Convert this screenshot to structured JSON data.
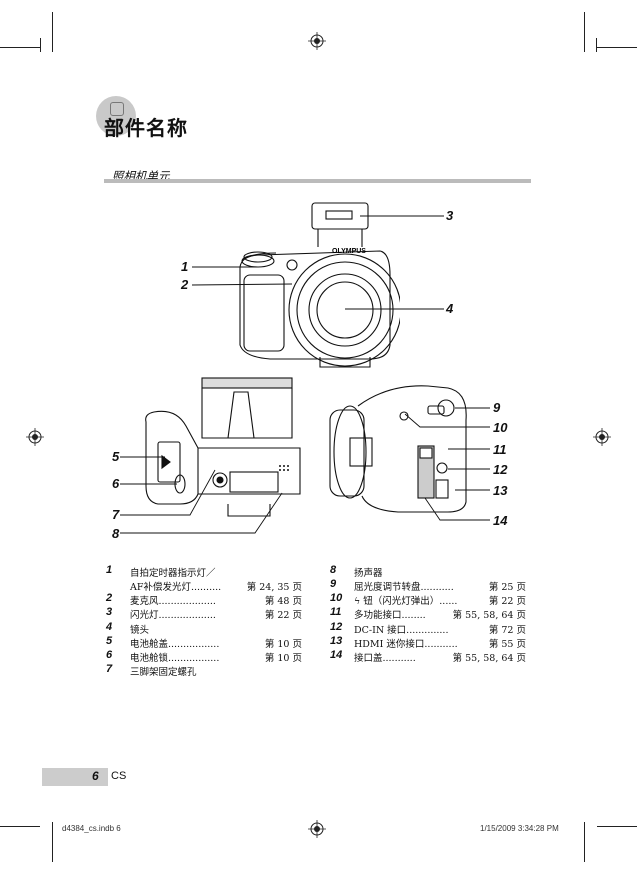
{
  "header": {
    "title": "部件名称",
    "section": "照相机单元"
  },
  "callouts": [
    "1",
    "2",
    "3",
    "4",
    "5",
    "6",
    "7",
    "8",
    "9",
    "10",
    "11",
    "12",
    "13",
    "14"
  ],
  "legend_left": [
    {
      "num": "1",
      "text": "自拍定时器指示灯／",
      "page": ""
    },
    {
      "num": "",
      "text": "AF补偿发光灯..........",
      "page": "第 24, 35 页"
    },
    {
      "num": "2",
      "text": "麦克风...................",
      "page": "第 48 页"
    },
    {
      "num": "3",
      "text": "闪光灯...................",
      "page": "第 22 页"
    },
    {
      "num": "4",
      "text": "镜头",
      "page": ""
    },
    {
      "num": "5",
      "text": "电池舱盖.................",
      "page": "第 10 页"
    },
    {
      "num": "6",
      "text": "电池舱锁.................",
      "page": "第 10 页"
    },
    {
      "num": "7",
      "text": "三脚架固定螺孔",
      "page": ""
    }
  ],
  "legend_right": [
    {
      "num": "8",
      "text": "扬声器",
      "page": ""
    },
    {
      "num": "9",
      "text": "屈光度调节转盘...........",
      "page": "第 25 页"
    },
    {
      "num": "10",
      "text": "ϟ 钮（闪光灯弹出）......",
      "page": "第 22 页"
    },
    {
      "num": "11",
      "text": "多功能接口........",
      "page": "第 55, 58, 64 页"
    },
    {
      "num": "12",
      "text": "DC-IN 接口..............",
      "page": "第 72 页"
    },
    {
      "num": "13",
      "text": "HDMI 迷你接口...........",
      "page": "第 55 页"
    },
    {
      "num": "14",
      "text": "接口盖...........",
      "page": "第 55, 58, 64 页"
    }
  ],
  "camera_brand": "OLYMPUS",
  "footer": {
    "page_number": "6",
    "language": "CS",
    "slug_file": "d4384_cs.indb   6",
    "slug_date": "1/15/2009   3:34:28 PM"
  }
}
